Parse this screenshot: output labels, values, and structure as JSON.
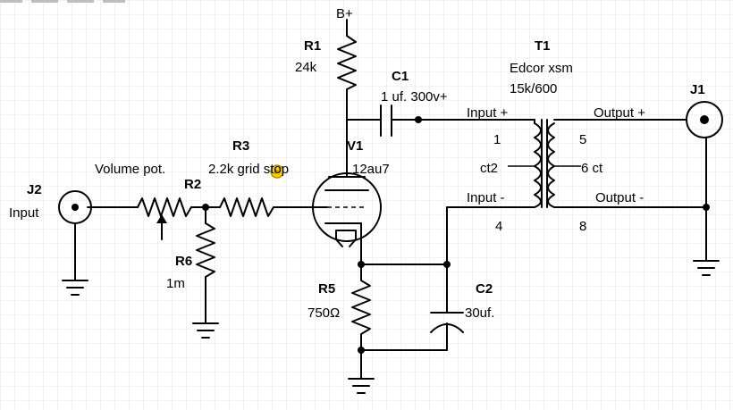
{
  "labels": {
    "bplus": "B+",
    "r1_ref": "R1",
    "r1_val": "24k",
    "c1_ref": "C1",
    "c1_val": "1 uf. 300v+",
    "t1_ref": "T1",
    "t1_val1": "Edcor xsm",
    "t1_val2": "15k/600",
    "j1_ref": "J1",
    "input_plus": "Input +",
    "output_plus": "Output +",
    "pin1": "1",
    "pin5": "5",
    "ct2": "ct2",
    "ct6": "6 ct",
    "input_minus": "Input -",
    "output_minus": "Output -",
    "pin4": "4",
    "pin8": "8",
    "r3_ref": "R3",
    "r3_val": "2.2k grid stop",
    "v1_ref": "V1",
    "v1_val": "12au7",
    "volume": "Volume pot.",
    "r2_ref": "R2",
    "j2_ref": "J2",
    "j2_val": "Input",
    "r6_ref": "R6",
    "r6_val": "1m",
    "r5_ref": "R5",
    "r5_val": "750Ω",
    "c2_ref": "C2",
    "c2_val": "30uf."
  },
  "colors": {
    "grid": "#e4e4e4",
    "wire": "#000000",
    "cursor_fill": "#f5d000",
    "cursor_stroke": "#c88a00"
  }
}
